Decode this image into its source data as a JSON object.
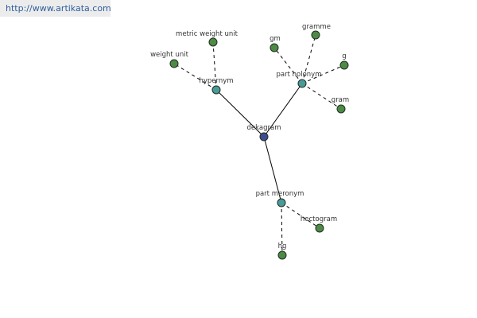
{
  "header": {
    "url": "http://www.artikata.com"
  },
  "colors": {
    "root": "#3f4d8f",
    "relation": "#4a9a9a",
    "leaf": "#4d8a46"
  },
  "graph": {
    "nodes": [
      {
        "id": "dekagram",
        "label": "dekagram",
        "kind": "root"
      },
      {
        "id": "hypernym",
        "label": "hypernym",
        "kind": "relation"
      },
      {
        "id": "part-holonym",
        "label": "part holonym",
        "kind": "relation"
      },
      {
        "id": "part-meronym",
        "label": "part meronym",
        "kind": "relation"
      },
      {
        "id": "weight-unit",
        "label": "weight unit",
        "kind": "leaf"
      },
      {
        "id": "metric-weight-unit",
        "label": "metric weight unit",
        "kind": "leaf"
      },
      {
        "id": "gm",
        "label": "gm",
        "kind": "leaf"
      },
      {
        "id": "gramme",
        "label": "gramme",
        "kind": "leaf"
      },
      {
        "id": "g",
        "label": "g",
        "kind": "leaf"
      },
      {
        "id": "gram",
        "label": "gram",
        "kind": "leaf"
      },
      {
        "id": "hectogram",
        "label": "hectogram",
        "kind": "leaf"
      },
      {
        "id": "hg",
        "label": "hg",
        "kind": "leaf"
      }
    ],
    "edges": [
      {
        "from": "dekagram",
        "to": "hypernym",
        "style": "solid"
      },
      {
        "from": "dekagram",
        "to": "part-holonym",
        "style": "solid"
      },
      {
        "from": "dekagram",
        "to": "part-meronym",
        "style": "solid"
      },
      {
        "from": "hypernym",
        "to": "weight-unit",
        "style": "dashed"
      },
      {
        "from": "hypernym",
        "to": "metric-weight-unit",
        "style": "dashed"
      },
      {
        "from": "part-holonym",
        "to": "gm",
        "style": "dashed"
      },
      {
        "from": "part-holonym",
        "to": "gramme",
        "style": "dashed"
      },
      {
        "from": "part-holonym",
        "to": "g",
        "style": "dashed"
      },
      {
        "from": "part-holonym",
        "to": "gram",
        "style": "dashed"
      },
      {
        "from": "part-meronym",
        "to": "hectogram",
        "style": "dashed"
      },
      {
        "from": "part-meronym",
        "to": "hg",
        "style": "dashed"
      }
    ]
  }
}
